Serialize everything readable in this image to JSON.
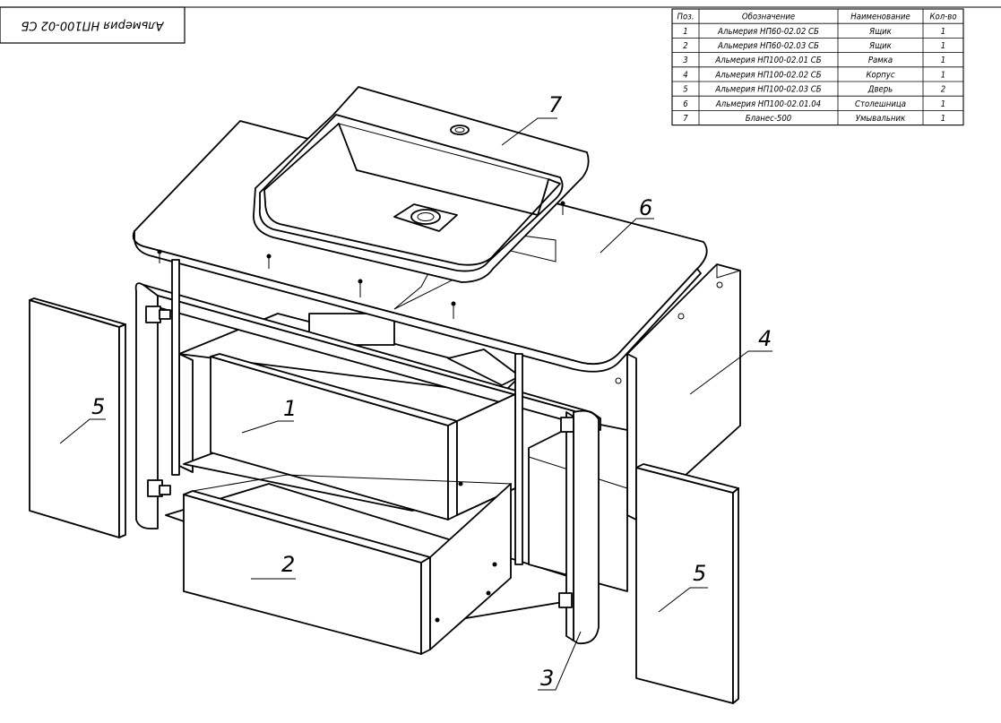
{
  "document": {
    "code_stamp": "Альмерия НП100-02 СБ",
    "callouts": [
      {
        "id": "7",
        "text": "7"
      },
      {
        "id": "6",
        "text": "6"
      },
      {
        "id": "4",
        "text": "4"
      },
      {
        "id": "5a",
        "text": "5"
      },
      {
        "id": "1",
        "text": "1"
      },
      {
        "id": "2",
        "text": "2"
      },
      {
        "id": "5b",
        "text": "5"
      },
      {
        "id": "3",
        "text": "3"
      }
    ],
    "parts_table": {
      "headers": [
        "Поз.",
        "Обозначение",
        "Наименование",
        "Кол-во"
      ],
      "rows": [
        [
          "1",
          "Альмерия НП60-02.02 СБ",
          "Ящик",
          "1"
        ],
        [
          "2",
          "Альмерия НП60-02.03 СБ",
          "Ящик",
          "1"
        ],
        [
          "3",
          "Альмерия НП100-02.01 СБ",
          "Рамка",
          "1"
        ],
        [
          "4",
          "Альмерия НП100-02.02 СБ",
          "Корпус",
          "1"
        ],
        [
          "5",
          "Альмерия НП100-02.03 СБ",
          "Дверь",
          "2"
        ],
        [
          "6",
          "Альмерия НП100-02.01.04",
          "Столешница",
          "1"
        ],
        [
          "7",
          "Бланес-500",
          "Умывальник",
          "1"
        ]
      ]
    }
  }
}
